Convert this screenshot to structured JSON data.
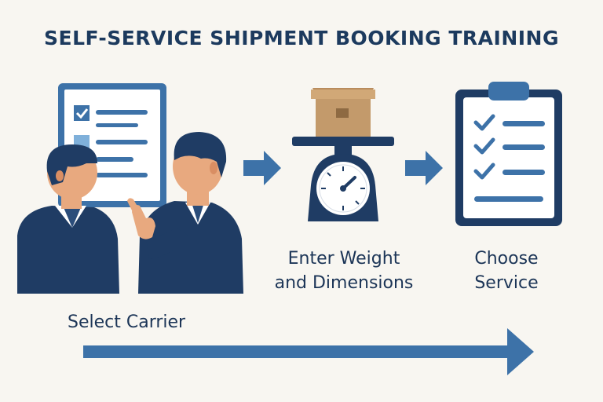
{
  "title": "SELF-SERVICE SHIPMENT BOOKING TRAINING",
  "steps": [
    {
      "line1": "Select Carrier"
    },
    {
      "line1": "Enter Weight",
      "line2": "and Dimensions"
    },
    {
      "line1": "Choose",
      "line2": "Service"
    }
  ],
  "colors": {
    "navy": "#1f3c64",
    "blue": "#3d72a8",
    "light_blue": "#7fb0da",
    "box": "#c39a6b",
    "skin": "#e8a97f",
    "background": "#f8f6f1"
  }
}
